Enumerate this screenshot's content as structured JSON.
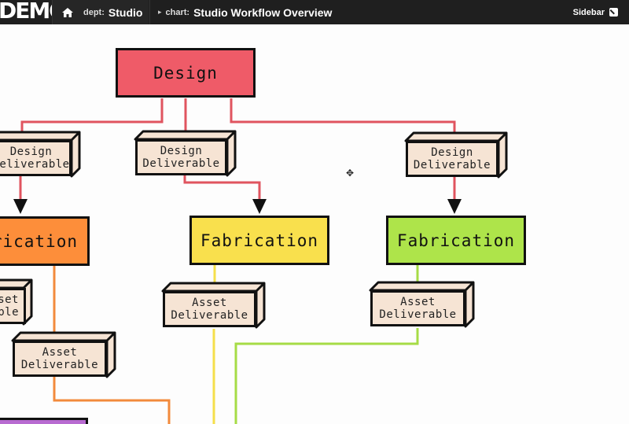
{
  "topbar": {
    "logo": "DEMO",
    "dept_label": "dept:",
    "dept_value": "Studio",
    "chart_label": "chart:",
    "chart_title": "Studio Workflow Overview",
    "sidebar_label": "Sidebar"
  },
  "diagram": {
    "design": "Design",
    "deliverable_design": "Design\nDeliverable",
    "fabrication": "Fabrication",
    "fabrication_left_partial": "rication",
    "deliverable_asset": "Asset\nDeliverable",
    "colors": {
      "design": "#ef5b68",
      "fab_orange": "#fd8e3a",
      "fab_yellow": "#f9e04d",
      "fab_green": "#aee44a",
      "purple": "#b86bd1",
      "deliverable_fill": "#f6e4d4"
    }
  }
}
